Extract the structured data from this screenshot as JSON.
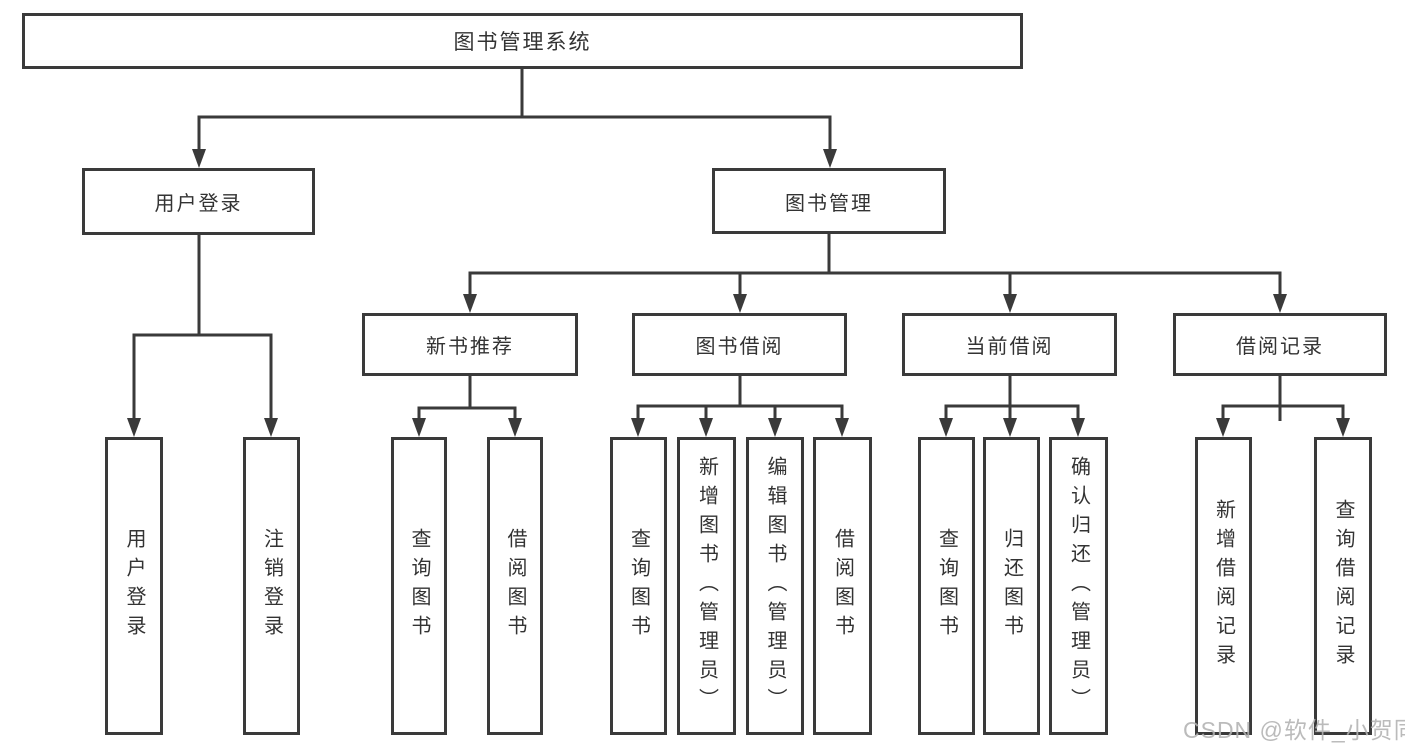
{
  "colors": {
    "line": "#3a3a3a",
    "box_border": "#3a3a3a",
    "text": "#333333",
    "watermark": "#b2b2b2",
    "background": "#ffffff"
  },
  "watermark": "CSDN @软件_小贺同学",
  "tree": {
    "root": {
      "label": "图书管理系统"
    },
    "branches": [
      {
        "label": "用户登录",
        "children": [
          {
            "label": "用户登录"
          },
          {
            "label": "注销登录"
          }
        ]
      },
      {
        "label": "图书管理",
        "children": [
          {
            "label": "新书推荐",
            "children": [
              {
                "label": "查询图书"
              },
              {
                "label": "借阅图书"
              }
            ]
          },
          {
            "label": "图书借阅",
            "children": [
              {
                "label": "查询图书"
              },
              {
                "label": "新增图书（管理员）"
              },
              {
                "label": "编辑图书（管理员）"
              },
              {
                "label": "借阅图书"
              }
            ]
          },
          {
            "label": "当前借阅",
            "children": [
              {
                "label": "查询图书"
              },
              {
                "label": "归还图书"
              },
              {
                "label": "确认归还（管理员）"
              }
            ]
          },
          {
            "label": "借阅记录",
            "children": [
              {
                "label": "新增借阅记录"
              },
              {
                "label": "查询借阅记录"
              }
            ]
          }
        ]
      }
    ]
  }
}
